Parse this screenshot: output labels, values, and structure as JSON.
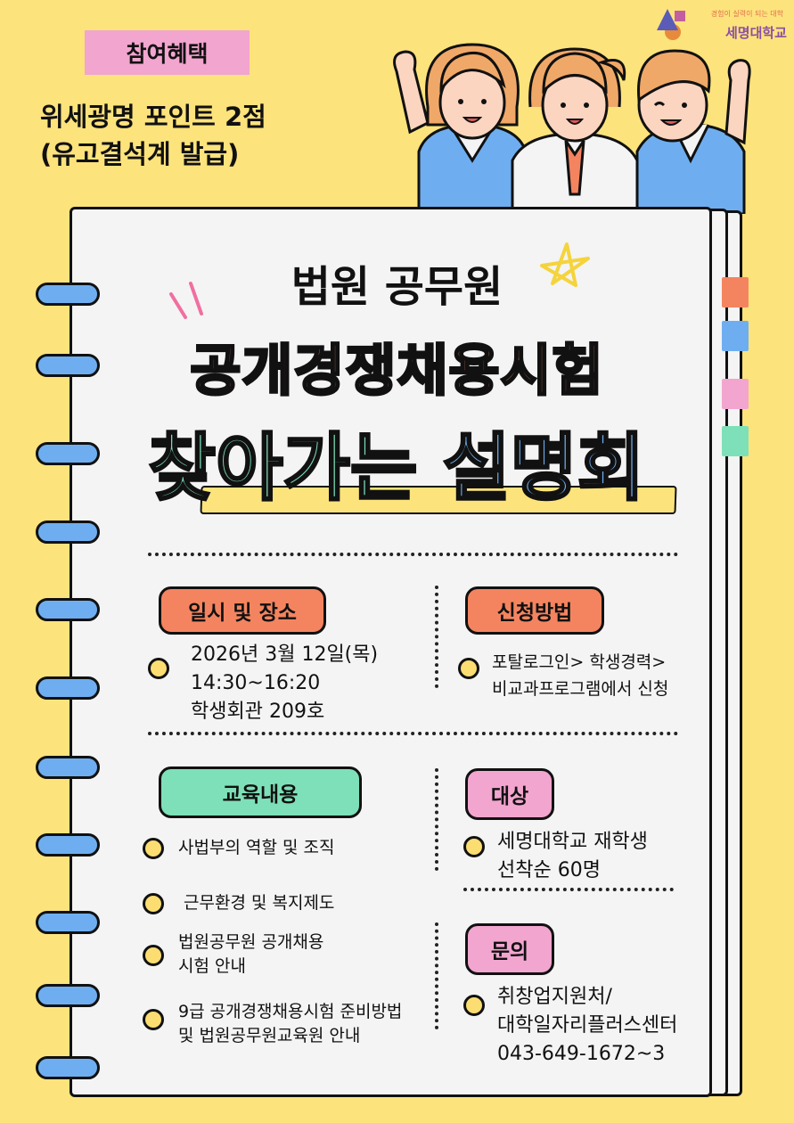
{
  "benefit": {
    "tag": "참여혜택",
    "line1": "위세광명 포인트 2점",
    "line2": "(유고결석계 발급)"
  },
  "logo": {
    "slogan": "경험이 실력이 되는 대학",
    "name": "세명대학교"
  },
  "title": {
    "line1": "법원 공무원",
    "line2": "공개경쟁채용시험",
    "line3a": "찾아가는",
    "line3b": "설명회"
  },
  "sections": {
    "schedule": {
      "label": "일시 및 장소",
      "lines": [
        "2026년 3월 12일(목)",
        "14:30~16:20",
        "학생회관 209호"
      ]
    },
    "apply": {
      "label": "신청방법",
      "lines": [
        "포탈로그인> 학생경력>",
        "비교과프로그램에서 신청"
      ]
    },
    "education": {
      "label": "교육내용",
      "items": [
        "사법부의 역할 및 조직",
        "근무환경 및 복지제도",
        "법원공무원 공개채용\n시험 안내",
        "9급 공개경쟁채용시험 준비방법\n및 법원공무원교육원 안내"
      ]
    },
    "target": {
      "label": "대상",
      "lines": [
        "세명대학교 재학생",
        "선착순 60명"
      ]
    },
    "contact": {
      "label": "문의",
      "lines": [
        "취창업지원처/",
        "대학일자리플러스센터",
        "043-649-1672~3"
      ]
    }
  },
  "colors": {
    "background": "#fde37c",
    "orange": "#f4845f",
    "blue": "#6eaef0",
    "mint": "#7ee0b8",
    "pink": "#f2a5cf",
    "yellow": "#fbdd72"
  }
}
